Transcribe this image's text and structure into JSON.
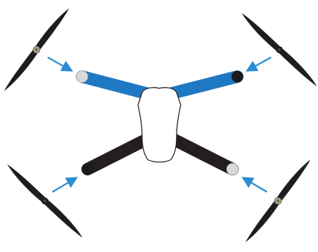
{
  "diagram": {
    "subject": "quadcopter-propeller-mounting",
    "colors": {
      "front_arm": "#1f78c2",
      "rear_arm": "#231f20",
      "body_fill": "#ffffff",
      "body_outline": "#231f20",
      "propeller": "#1e1e1e",
      "propeller_hub": "#b0a488",
      "motor_light": "#d9d9d9",
      "motor_dark": "#1a1a1a",
      "arrow": "#2a8ed1"
    },
    "arms": [
      {
        "name": "front-left",
        "arm_color": "front_arm",
        "motor_color": "motor_light"
      },
      {
        "name": "front-right",
        "arm_color": "front_arm",
        "motor_color": "motor_dark"
      },
      {
        "name": "rear-left",
        "arm_color": "rear_arm",
        "motor_color": "motor_dark"
      },
      {
        "name": "rear-right",
        "arm_color": "rear_arm",
        "motor_color": "motor_light"
      }
    ],
    "propellers": [
      {
        "name": "front-left",
        "hub_color": "propeller_hub"
      },
      {
        "name": "front-right",
        "hub_color": "propeller"
      },
      {
        "name": "rear-left",
        "hub_color": "propeller"
      },
      {
        "name": "rear-right",
        "hub_color": "propeller_hub"
      }
    ],
    "arrows": [
      {
        "name": "front-left",
        "icon": "arrow-down-right-icon"
      },
      {
        "name": "front-right",
        "icon": "arrow-down-left-icon"
      },
      {
        "name": "rear-left",
        "icon": "arrow-up-right-icon"
      },
      {
        "name": "rear-right",
        "icon": "arrow-up-left-icon"
      }
    ]
  }
}
